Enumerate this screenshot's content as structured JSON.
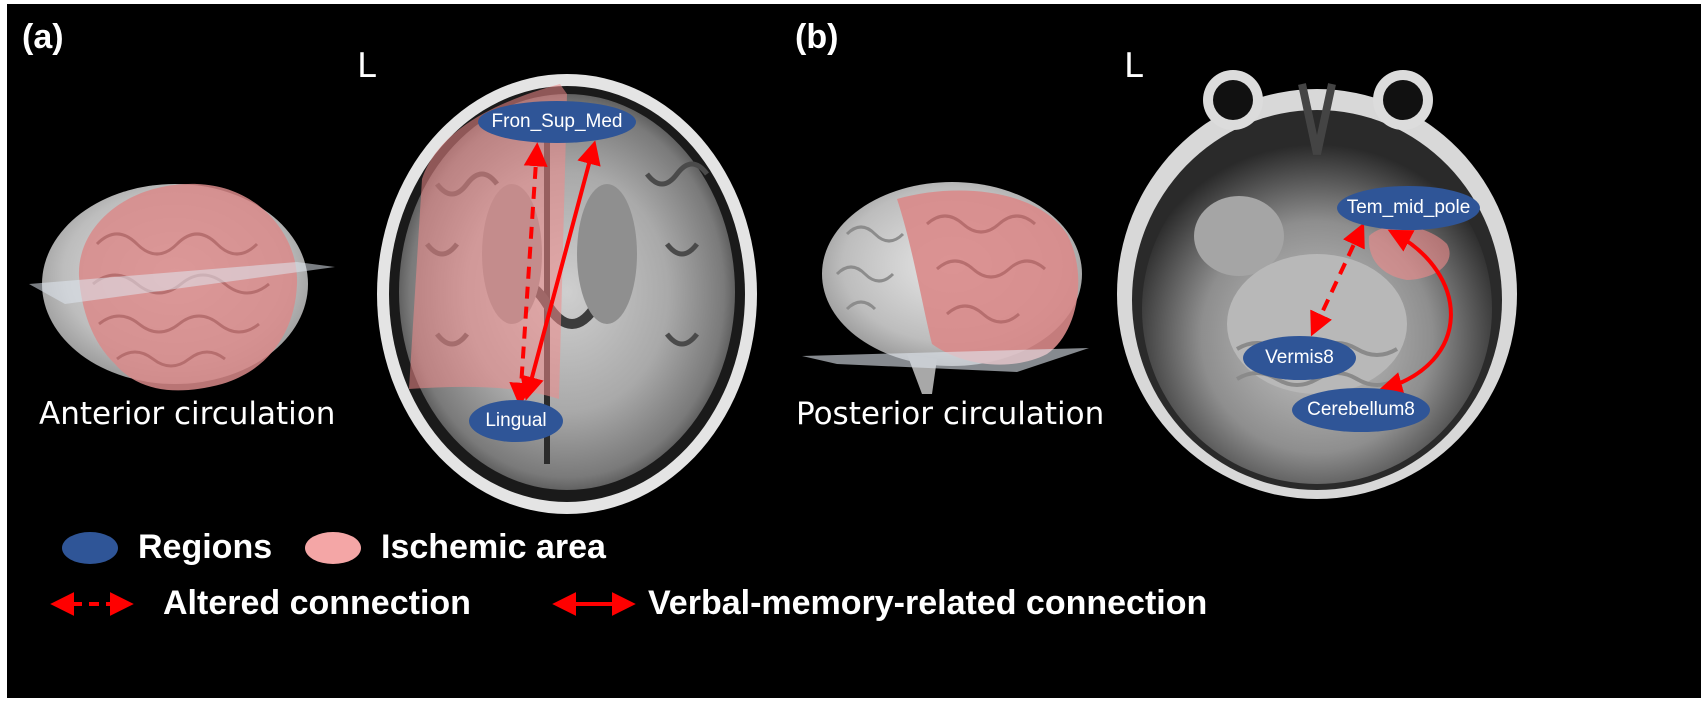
{
  "panels": {
    "a": {
      "letter": "(a)",
      "side": "L",
      "caption": "Anterior circulation"
    },
    "b": {
      "letter": "(b)",
      "side": "L",
      "caption": "Posterior circulation"
    }
  },
  "regions": {
    "fron_sup_med": "Fron_Sup_Med",
    "lingual": "Lingual",
    "tem_mid_pole": "Tem_mid_pole",
    "vermis8": "Vermis8",
    "cerebellum8": "Cerebellum8"
  },
  "connections": [
    {
      "from": "Fron_Sup_Med",
      "to": "Lingual",
      "type": "Altered connection"
    },
    {
      "from": "Fron_Sup_Med",
      "to": "Lingual",
      "type": "Verbal-memory-related connection"
    },
    {
      "from": "Tem_mid_pole",
      "to": "Vermis8",
      "type": "Altered connection"
    },
    {
      "from": "Tem_mid_pole",
      "to": "Cerebellum8",
      "type": "Verbal-memory-related connection"
    }
  ],
  "legend": {
    "regions": "Regions",
    "ischemic": "Ischemic area",
    "altered": "Altered connection",
    "verbal": "Verbal-memory-related connection"
  },
  "colors": {
    "region": "#2f5597",
    "ischemic": "#f4a6a6",
    "connection": "#ff0000",
    "background": "#000000"
  }
}
